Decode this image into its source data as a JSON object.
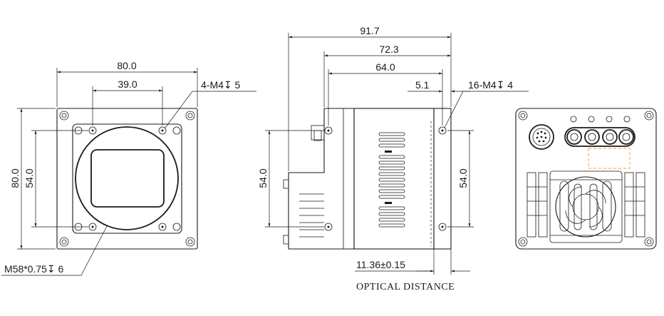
{
  "front_view": {
    "dim_width": "80.0",
    "dim_hole_spacing": "39.0",
    "dim_height": "80.0",
    "dim_hole_height": "54.0",
    "callout_thread": "4-M4↧ 5",
    "callout_mount": "M58*0.75↧ 6"
  },
  "side_view": {
    "dim_total": "91.7",
    "dim_body": "72.3",
    "dim_hole_distance": "64.0",
    "dim_offset": "5.1",
    "callout_thread": "16-M4↧ 4",
    "dim_left_height": "54.0",
    "dim_right_height": "54.0",
    "dim_optical": "11.36±0.15",
    "label_optical": "OPTICAL DISTANCE"
  },
  "rear_view": {
    "connector_label": "",
    "fan_label": ""
  }
}
